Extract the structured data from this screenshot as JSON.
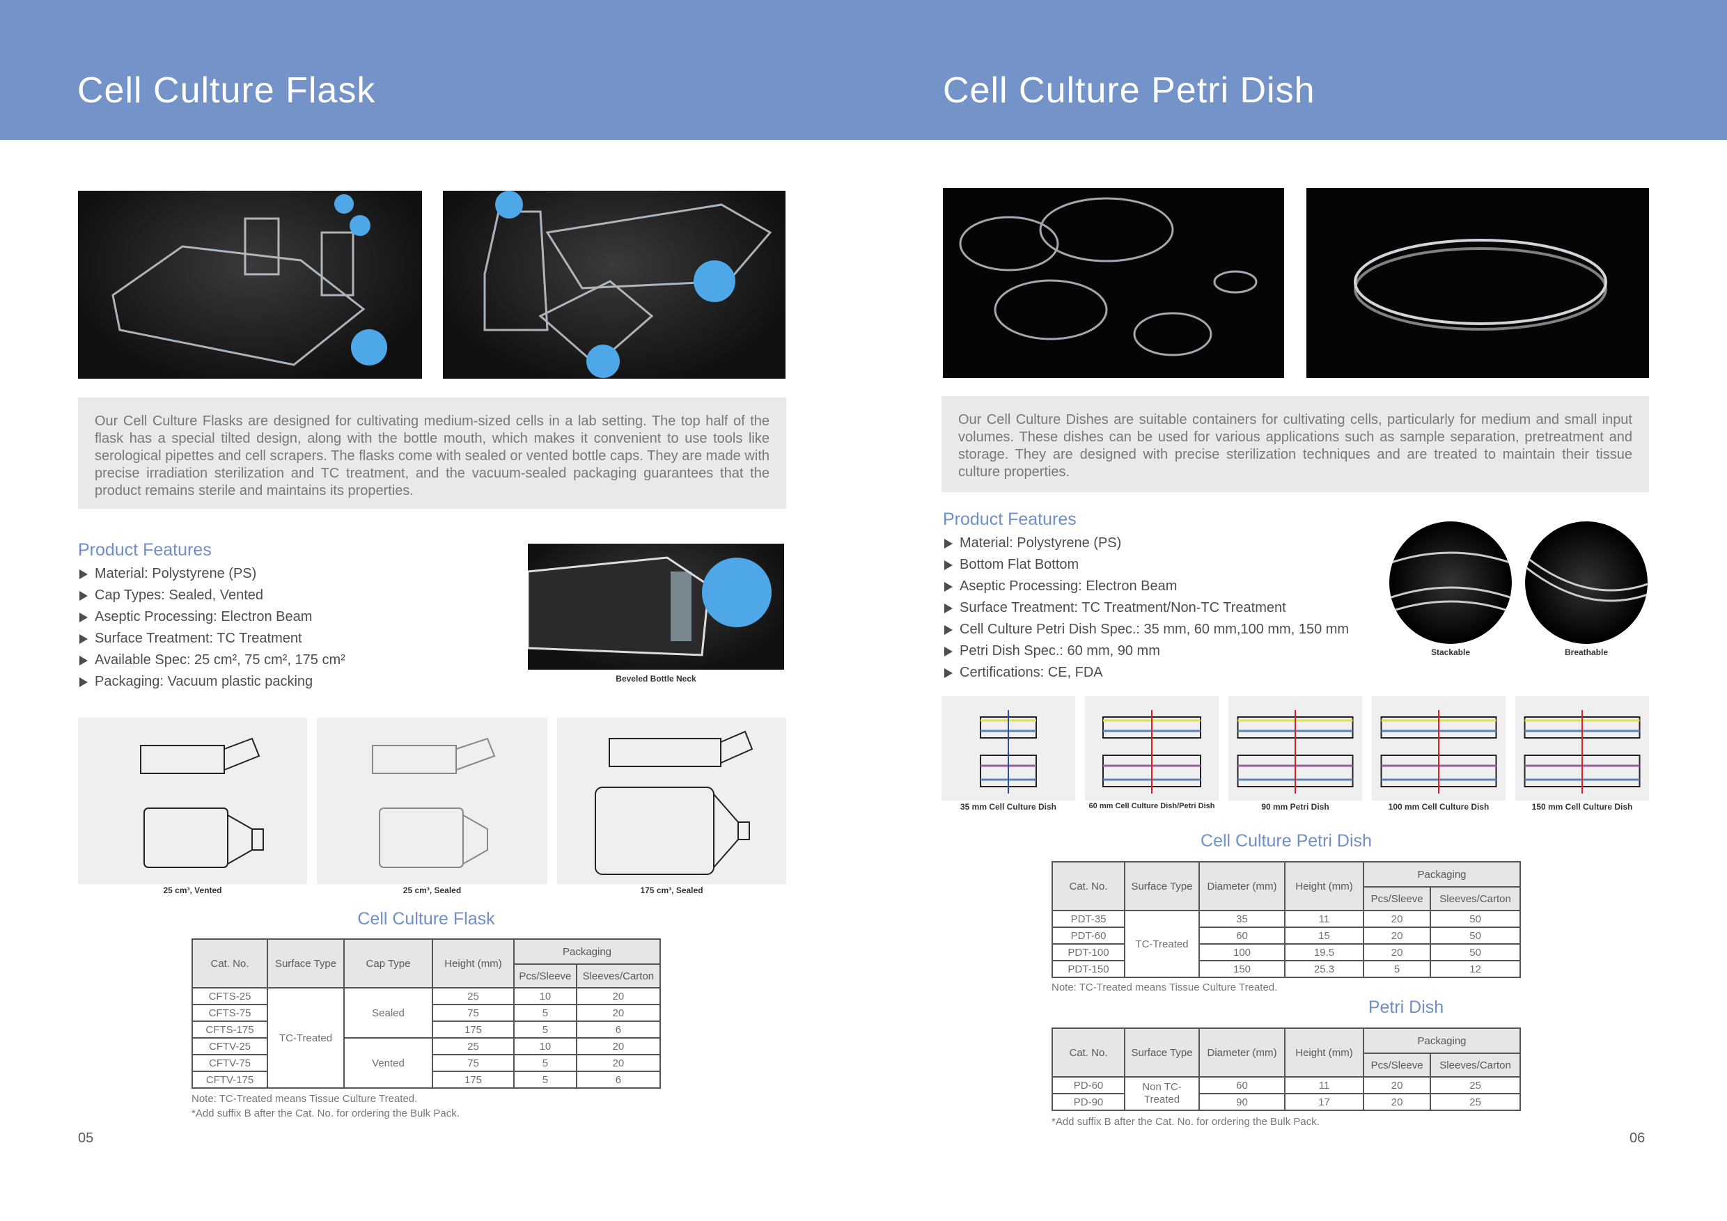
{
  "left": {
    "title": "Cell Culture Flask",
    "description": "Our Cell Culture Flasks are designed for cultivating medium-sized cells in a lab setting. The top half of the flask has a special tilted design, along with the bottle mouth, which makes it convenient to use tools like serological pipettes and cell scrapers. The flasks come with sealed or vented bottle caps. They are made with precise irradiation sterilization and TC treatment, and the vacuum-sealed packaging guarantees that the product remains sterile and maintains its properties.",
    "features_heading": "Product Features",
    "features": [
      "Material: Polystyrene (PS)",
      "Cap Types: Sealed, Vented",
      "Aseptic Processing: Electron Beam",
      "Surface Treatment: TC Treatment",
      "Available Spec: 25 cm², 75 cm², 175 cm²",
      "Packaging: Vacuum plastic packing"
    ],
    "image_caption": "Beveled Bottle Neck",
    "diagram_captions": [
      "25 cm³, Vented",
      "25 cm³, Sealed",
      "175 cm³, Sealed"
    ],
    "table_title": "Cell Culture Flask",
    "table": {
      "headers": [
        "Cat. No.",
        "Surface Type",
        "Cap Type",
        "Height (mm)",
        "Packaging",
        "Pcs/Sleeve",
        "Sleeves/Carton"
      ],
      "surface": "TC-Treated",
      "caps": [
        "Sealed",
        "Vented"
      ],
      "rows": [
        [
          "CFTS-25",
          "25",
          "10",
          "20"
        ],
        [
          "CFTS-75",
          "75",
          "5",
          "20"
        ],
        [
          "CFTS-175",
          "175",
          "5",
          "6"
        ],
        [
          "CFTV-25",
          "25",
          "10",
          "20"
        ],
        [
          "CFTV-75",
          "75",
          "5",
          "20"
        ],
        [
          "CFTV-175",
          "175",
          "5",
          "6"
        ]
      ]
    },
    "notes": [
      "Note: TC-Treated means Tissue Culture Treated.",
      "*Add suffix B after the Cat. No. for ordering the Bulk Pack."
    ],
    "page_number": "05"
  },
  "right": {
    "title": "Cell Culture Petri Dish",
    "description": "Our Cell Culture Dishes are suitable containers for cultivating cells, particularly for medium and small input volumes. These dishes can be used for various applications such as sample separation, pretreatment and storage. They are designed with precise sterilization techniques and are treated to maintain their tissue culture properties.",
    "features_heading": "Product Features",
    "features": [
      "Material: Polystyrene (PS)",
      "Bottom Flat Bottom",
      "Aseptic Processing: Electron Beam",
      "Surface Treatment: TC Treatment/Non-TC Treatment",
      "Cell Culture Petri Dish Spec.: 35 mm, 60 mm,100 mm, 150 mm",
      "Petri Dish Spec.: 60 mm, 90 mm",
      "Certifications: CE, FDA"
    ],
    "circle_captions": [
      "Stackable",
      "Breathable"
    ],
    "diagram_captions": [
      "35 mm Cell Culture Dish",
      "60 mm Cell Culture Dish/Petri Dish",
      "90 mm Petri Dish",
      "100 mm Cell Culture Dish",
      "150 mm Cell Culture Dish"
    ],
    "table1_title": "Cell Culture Petri Dish",
    "table1": {
      "headers": [
        "Cat. No.",
        "Surface Type",
        "Diameter (mm)",
        "Height (mm)",
        "Packaging",
        "Pcs/Sleeve",
        "Sleeves/Carton"
      ],
      "surface": "TC-Treated",
      "rows": [
        [
          "PDT-35",
          "35",
          "11",
          "20",
          "50"
        ],
        [
          "PDT-60",
          "60",
          "15",
          "20",
          "50"
        ],
        [
          "PDT-100",
          "100",
          "19.5",
          "20",
          "50"
        ],
        [
          "PDT-150",
          "150",
          "25.3",
          "5",
          "12"
        ]
      ]
    },
    "note1": "Note: TC-Treated means Tissue Culture Treated.",
    "table2_title": "Petri Dish",
    "table2": {
      "surface": "Non TC-Treated",
      "rows": [
        [
          "PD-60",
          "60",
          "11",
          "20",
          "25"
        ],
        [
          "PD-90",
          "90",
          "17",
          "20",
          "25"
        ]
      ]
    },
    "note2": "*Add suffix B after the Cat. No. for ordering the Bulk Pack.",
    "page_number": "06"
  },
  "colors": {
    "band": "#7393c9",
    "heading": "#6f8fc9"
  }
}
